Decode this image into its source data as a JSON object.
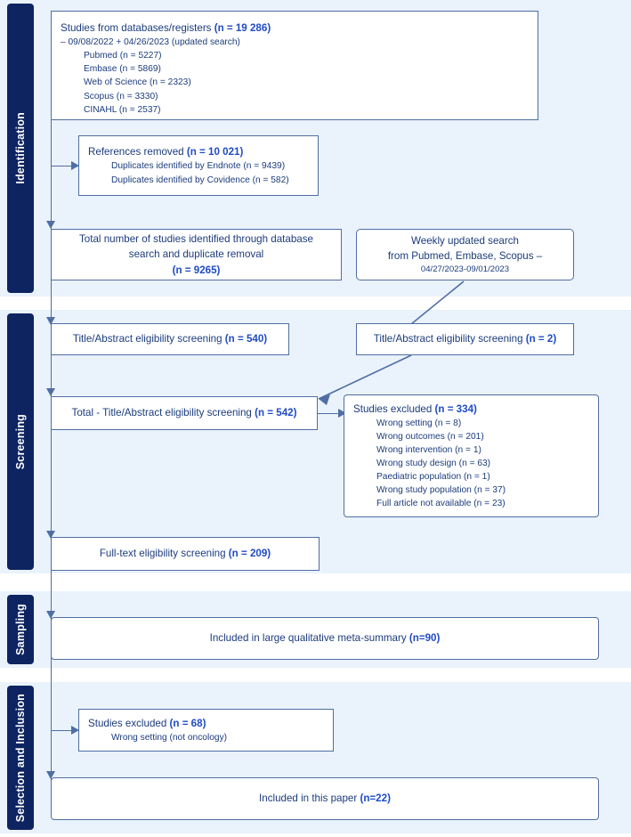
{
  "diagram": {
    "title": "PRISMA study selection flow diagram",
    "accent_navy": "#0d2461",
    "accent_border": "#4f6ea3",
    "accent_number": "#1f4bc4",
    "band_background": "#eaf2fc"
  },
  "phases": [
    {
      "key": "identification",
      "label": "Identification"
    },
    {
      "key": "screening",
      "label": "Screening"
    },
    {
      "key": "sampling",
      "label": "Sampling"
    },
    {
      "key": "selection_inclusion",
      "label": "Selection and Inclusion"
    }
  ],
  "boxes": {
    "databases": {
      "heading": "Studies from databases/registers ",
      "heading_n": "(n = 19 286)",
      "subtitle": "– 09/08/2022 + 04/26/2023 (updated search)",
      "sources": [
        "Pubmed (n = 5227)",
        "Embase (n = 5869)",
        "Web of Science (n = 2323)",
        "Scopus (n = 3330)",
        "CINAHL (n = 2537)"
      ]
    },
    "references_removed": {
      "heading": "References removed ",
      "heading_n": "(n = 10 021)",
      "items": [
        "Duplicates identified by Endnote (n = 9439)",
        "Duplicates identified by Covidence (n = 582)"
      ]
    },
    "total_identified": {
      "line1": "Total number of studies identified through database",
      "line2": "search and duplicate removal",
      "line3_n": "(n = 9265)"
    },
    "weekly_search": {
      "line1": "Weekly updated search",
      "line2": "from Pubmed, Embase, Scopus –",
      "line3": "04/27/2023-09/01/2023"
    },
    "ta_screening_main": {
      "text": "Title/Abstract eligibility screening ",
      "text_n": "(n = 540)"
    },
    "ta_screening_weekly": {
      "text": "Title/Abstract eligibility screening ",
      "text_n": "(n = 2)"
    },
    "ta_screening_total": {
      "text": "Total - Title/Abstract eligibility screening ",
      "text_n": "(n = 542)"
    },
    "studies_excluded_ta": {
      "heading": "Studies excluded ",
      "heading_n": "(n = 334)",
      "reasons": [
        "Wrong setting (n = 8)",
        "Wrong outcomes (n = 201)",
        "Wrong intervention (n = 1)",
        "Wrong study design (n = 63)",
        "Paediatric population (n = 1)",
        "Wrong study population (n = 37)",
        "Full article not available (n = 23)"
      ]
    },
    "fulltext_screening": {
      "text": "Full-text eligibility screening ",
      "text_n": "(n = 209)"
    },
    "meta_summary": {
      "text": "Included in large qualitative meta-summary ",
      "text_n": "(n=90)"
    },
    "studies_excluded_ft": {
      "heading": "Studies excluded ",
      "heading_n": "(n = 68)",
      "reasons": [
        "Wrong setting (not oncology)"
      ]
    },
    "included_paper": {
      "text": "Included in this paper ",
      "text_n": "(n=22)"
    }
  }
}
